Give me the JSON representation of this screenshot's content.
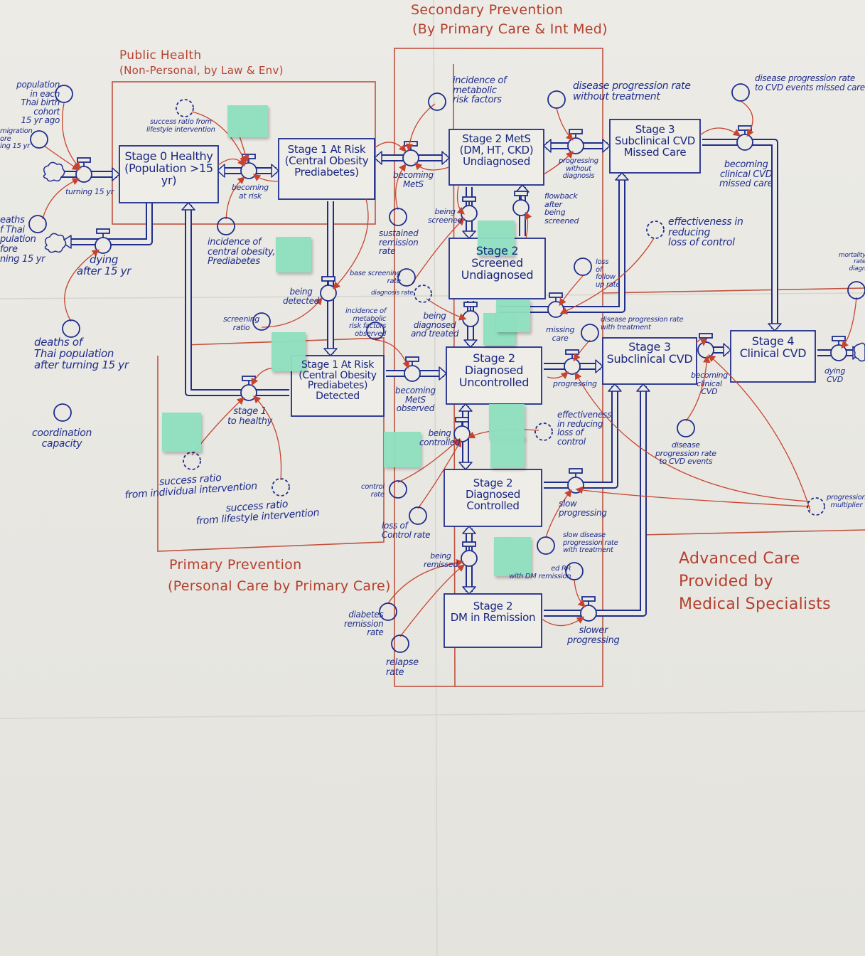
{
  "regions": {
    "secondary_title": "Secondary Prevention",
    "secondary_sub": "(By Primary Care & Int Med)",
    "public_title": "Public Health",
    "public_sub": "(Non-Personal, by Law & Env)",
    "primary_title": "Primary Prevention",
    "primary_sub": "(Personal Care by Primary Care)",
    "advanced": "Advanced Care\nProvided by\nMedical Specialists"
  },
  "stocks": [
    "Stage 0 Healthy\n(Population >15 yr)",
    "Stage 1 At Risk\n(Central Obesity\nPrediabetes)",
    "Stage 2 MetS\n(DM, HT, CKD)\nUndiagnosed",
    "Stage 2\nScreened\nUndiagnosed",
    "Stage 3\nSubclinical CVD\nMissed Care",
    "Stage 1 At Risk\n(Central Obesity\nPrediabetes)\nDetected",
    "Stage 2\nDiagnosed\nUncontrolled",
    "Stage 3\nSubclinical CVD",
    "Stage 4\nClinical CVD",
    "Stage 2\nDiagnosed Controlled",
    "Stage 2\nDM in Remission"
  ],
  "flows": [
    "turning 15 yr",
    "dying\nafter 15 yr",
    "becoming\nat risk",
    "becoming\nMetS",
    "progressing\nwithout\ndiagnosis",
    "becoming\nclinical CVD\nmissed care",
    "being\nscreened",
    "flowback\nafter\nbeing\nscreened",
    "being\ndetected",
    "being\ndiagnosed\nand treated",
    "missing\ncare",
    "stage 1\nto healthy",
    "becoming\nMetS\nobserved",
    "progressing",
    "becoming\nclinical\nCVD",
    "dying\nCVD",
    "being\ncontrolled",
    "slow\nprogressing",
    "being\nremissed",
    "slower\nprogressing"
  ],
  "aux": [
    "population\nin each\nThai birth cohort\n15 yr ago",
    "migration\nore\ning 15 yr",
    "eaths\nf Thai\npulation\nfore\nning 15 yr",
    "deaths of\nThai population\nafter turning 15 yr",
    "coordination\ncapacity",
    "success ratio from\nlifestyle intervention",
    "incidence of\ncentral obesity,\nPrediabetes",
    "screening\nratio",
    "incidence of\nmetabolic\nrisk factors",
    "sustained\nremission\nrate",
    "base screening\nrate",
    "diagnosis rate",
    "incidence of\nmetabolic\nrisk factors\nobserved",
    "disease progression rate\nwithout treatment",
    "disease progression rate\nto CVD events missed care",
    "effectiveness in\nreducing\nloss of control",
    "loss\nof\nfollow\nup rate",
    "disease progression rate\nwith treatment",
    "mortality\nrate\ndiagn",
    "success ratio\nfrom individual intervention",
    "success ratio\nfrom lifestyle intervention",
    "control\nrate",
    "loss of\nControl rate",
    "effectiveness\nin reducing\nloss of\ncontrol",
    "disease\nprogression rate\nto CVD events",
    "progression\nmultiplier",
    "slow disease\nprogression rate\nwith treatment",
    "ed RR\nwith DM remission",
    "diabetes\nremission\nrate",
    "relapse\nrate"
  ],
  "colors": {
    "ink_blue": "#1f2d8c",
    "ink_red": "#b5402e",
    "sticky": "#8fe0c0",
    "paper": "#ebeae5"
  }
}
